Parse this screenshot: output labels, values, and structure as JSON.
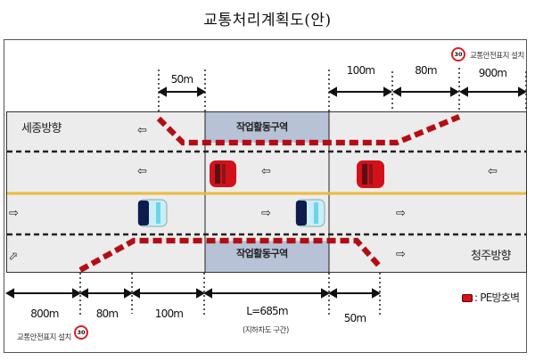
{
  "title": "교통처리계획도(안)",
  "directions": {
    "west": "세종방향",
    "east": "청주방향"
  },
  "work_zone": {
    "label_top": "작업활동구역",
    "label_bottom": "작업활동구역",
    "fill_color": "#b8c2d6"
  },
  "top_dimensions": [
    {
      "label": "50m"
    },
    {
      "label": "100m"
    },
    {
      "label": "80m"
    },
    {
      "label": "900m"
    }
  ],
  "bottom_dimensions": [
    {
      "label": "800m"
    },
    {
      "label": "80m"
    },
    {
      "label": "100m"
    },
    {
      "label": "L=685m",
      "sub": "(지하차도 구간)"
    },
    {
      "label": "50m"
    }
  ],
  "signs": {
    "top_label": "교통안전표지 설치",
    "bottom_label": "교통안전표지 설치",
    "speed": "30"
  },
  "legend": {
    "label": ": PE방호벽",
    "color": "#d3111a"
  },
  "colors": {
    "barrier": "#d3111a",
    "center_line": "#f0b93a",
    "road": "#ececec",
    "car_red": "#d3111a",
    "car_blue": "#0d1b4d"
  },
  "lane_arrows": {
    "left": "⇦",
    "right": "⇨"
  }
}
